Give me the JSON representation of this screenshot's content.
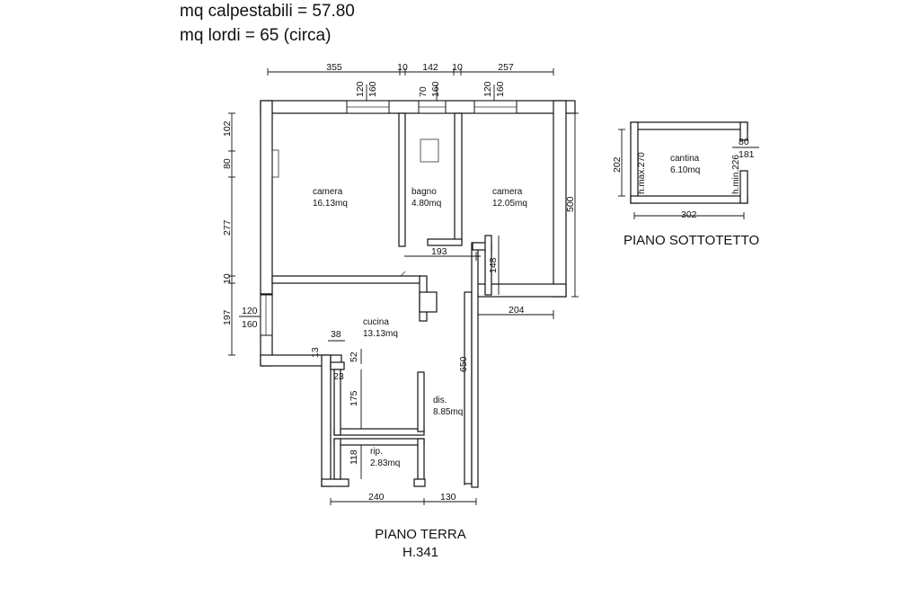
{
  "header": {
    "line1": "mq calpestabili = 57.80",
    "line2": "mq lordi = 65 (circa)"
  },
  "rooms": {
    "camera_left": {
      "name": "camera",
      "area": "16.13mq"
    },
    "bagno": {
      "name": "bagno",
      "area": "4.80mq"
    },
    "camera_right": {
      "name": "camera",
      "area": "12.05mq"
    },
    "cucina": {
      "name": "cucina",
      "area": "13.13mq"
    },
    "dis": {
      "name": "dis.",
      "area": "8.85mq"
    },
    "rip": {
      "name": "rip.",
      "area": "2.83mq"
    },
    "cantina": {
      "name": "cantina",
      "area": "6.10mq"
    }
  },
  "dimensions": {
    "top": [
      "355",
      "10",
      "142",
      "10",
      "257"
    ],
    "windows": [
      "120",
      "160",
      "70",
      "160",
      "120",
      "160"
    ],
    "left": [
      "102",
      "80",
      "277",
      "10",
      "197"
    ],
    "left_window": [
      "120",
      "160"
    ],
    "right_height": "500",
    "bagno_bottom": "193",
    "step_148": "148",
    "step_204": "204",
    "dis_height": "650",
    "kitchen_38": "38",
    "kitchen_13": "13",
    "kitchen_52": "52",
    "kitchen_23": "23",
    "kitchen_175": "175",
    "rip_118": "118",
    "bottom_240": "240",
    "bottom_130": "130",
    "cantina_height": "202",
    "cantina_width": "302",
    "cantina_80": "80",
    "cantina_181": "181",
    "cantina_hmax": "h.max.270",
    "cantina_hmin": "h.min.226"
  },
  "titles": {
    "piano_sottotetto": "PIANO SOTTOTETTO",
    "piano_terra": "PIANO TERRA",
    "height": "H.341"
  }
}
